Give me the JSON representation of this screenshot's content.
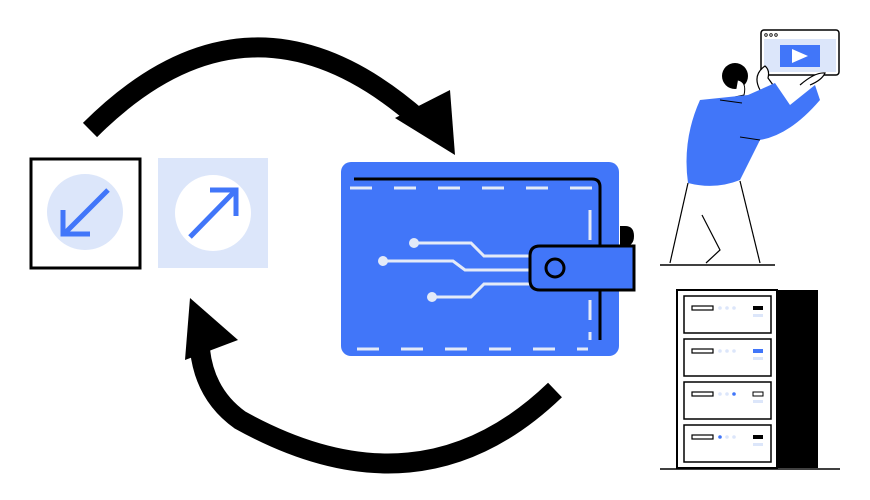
{
  "illustration": {
    "topic": "digital-wallet-transfer-cycle",
    "colors": {
      "primary": "#4176F9",
      "light": "#DCE6FA",
      "dark": "#000000",
      "white": "#FFFFFF",
      "stitch": "#E3EAF8"
    },
    "icons": [
      {
        "name": "arrow-down-left-icon",
        "meaning": "incoming",
        "selected": true
      },
      {
        "name": "arrow-up-right-icon",
        "meaning": "outgoing",
        "selected": false
      }
    ],
    "server_units": [
      {
        "active_led": 0,
        "status": "dark"
      },
      {
        "active_led": 0,
        "status": "blue"
      },
      {
        "active_led": 3,
        "status": "outline"
      },
      {
        "active_led": 1,
        "status": "dark"
      }
    ]
  }
}
